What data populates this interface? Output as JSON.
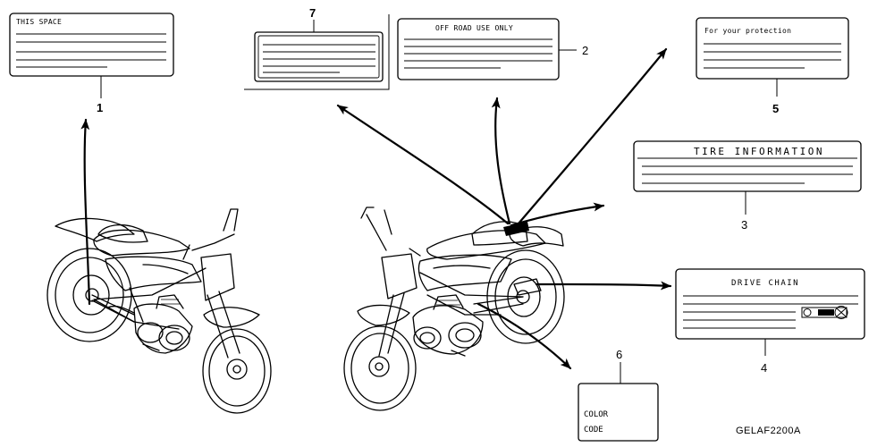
{
  "labels": {
    "l1": {
      "callout": "1",
      "title": "THIS SPACE"
    },
    "l2": {
      "callout": "2",
      "title": "OFF ROAD USE ONLY"
    },
    "l3": {
      "callout": "3",
      "title": "TIRE INFORMATION"
    },
    "l4": {
      "callout": "4",
      "title": "DRIVE CHAIN"
    },
    "l5": {
      "callout": "5",
      "title": "For your protection"
    },
    "l6": {
      "callout": "6",
      "color": "COLOR",
      "code": "CODE"
    },
    "l7": {
      "callout": "7"
    }
  },
  "diagram_code": "GELAF2200A"
}
